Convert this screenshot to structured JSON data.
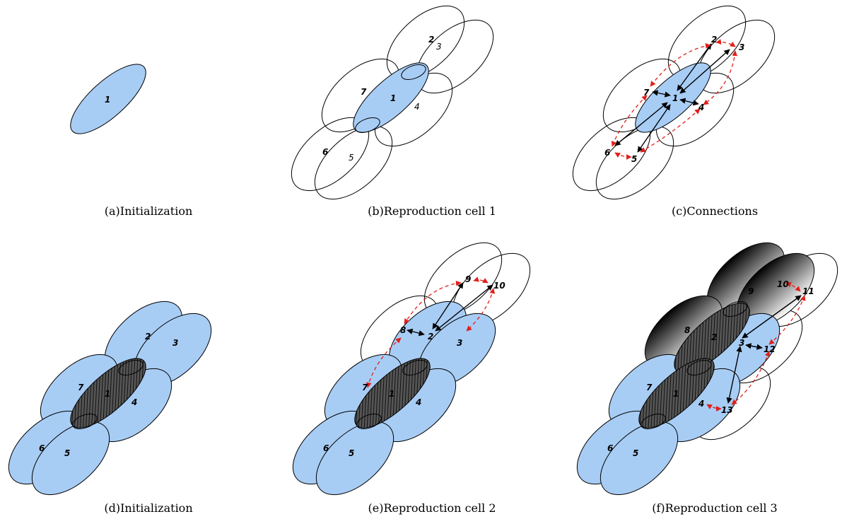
{
  "colors": {
    "cell_fill": "#a8cdf5",
    "outline": "#000000",
    "red_connection": "#e0201a",
    "black_connection": "#000000",
    "hatch": "#333333"
  },
  "panels": [
    {
      "caption": "(a)Initialization"
    },
    {
      "caption": "(b)Reproduction cell 1"
    },
    {
      "caption": "(c)Connections"
    },
    {
      "caption": "(d)Initialization"
    },
    {
      "caption": "(e)Reproduction cell 2"
    },
    {
      "caption": "(f)Reproduction cell 3"
    }
  ],
  "labels": {
    "a": [
      "1"
    ],
    "b": [
      "1",
      "2",
      "3",
      "4",
      "5",
      "6",
      "7"
    ],
    "c": [
      "1",
      "2",
      "3",
      "4",
      "5",
      "6",
      "7"
    ],
    "d": [
      "1",
      "2",
      "3",
      "4",
      "5",
      "6",
      "7"
    ],
    "e": [
      "1",
      "2",
      "3",
      "4",
      "5",
      "6",
      "7",
      "8",
      "9",
      "10"
    ],
    "f": [
      "1",
      "2",
      "3",
      "4",
      "5",
      "6",
      "7",
      "8",
      "9",
      "10",
      "11",
      "12",
      "13"
    ]
  }
}
